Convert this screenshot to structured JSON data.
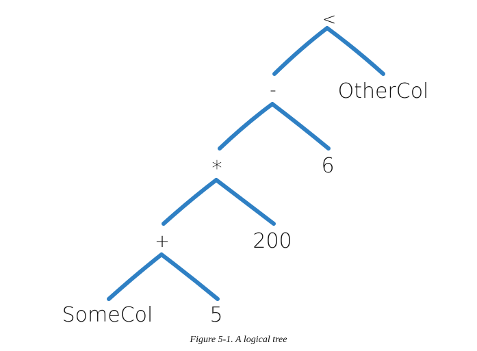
{
  "colors": {
    "branch": "#2f80c4",
    "text": "#111111"
  },
  "tree": {
    "levels": [
      {
        "operator": "<",
        "right": "OtherCol"
      },
      {
        "operator": "-",
        "right": "6"
      },
      {
        "operator": "*",
        "right": "200"
      },
      {
        "operator": "+",
        "right": "5"
      }
    ],
    "leftmost_leaf": "SomeCol"
  },
  "caption": "Figure 5-1. A logical tree"
}
